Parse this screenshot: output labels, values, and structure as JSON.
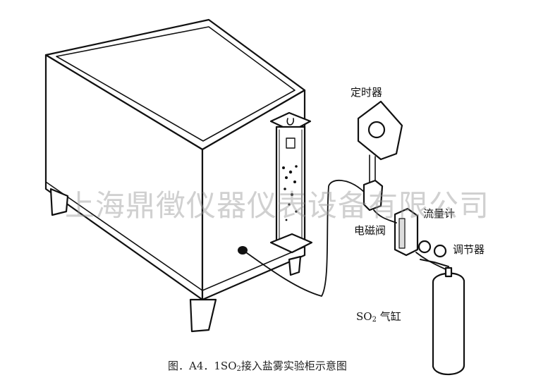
{
  "labels": {
    "timer": "定时器",
    "solenoid_valve": "电磁阀",
    "flowmeter": "流量计",
    "regulator": "调节器",
    "so2_cylinder_prefix": "SO",
    "so2_cylinder_sub": "2",
    "so2_cylinder_suffix": " 气缸"
  },
  "watermark": "上海鼎徵仪器仪表设备有限公司",
  "caption": {
    "prefix": "图．A4．1SO",
    "sub": "2",
    "suffix": "接入盐雾实验柜示意图"
  },
  "colors": {
    "line": "#111111",
    "fill": "#ffffff"
  }
}
